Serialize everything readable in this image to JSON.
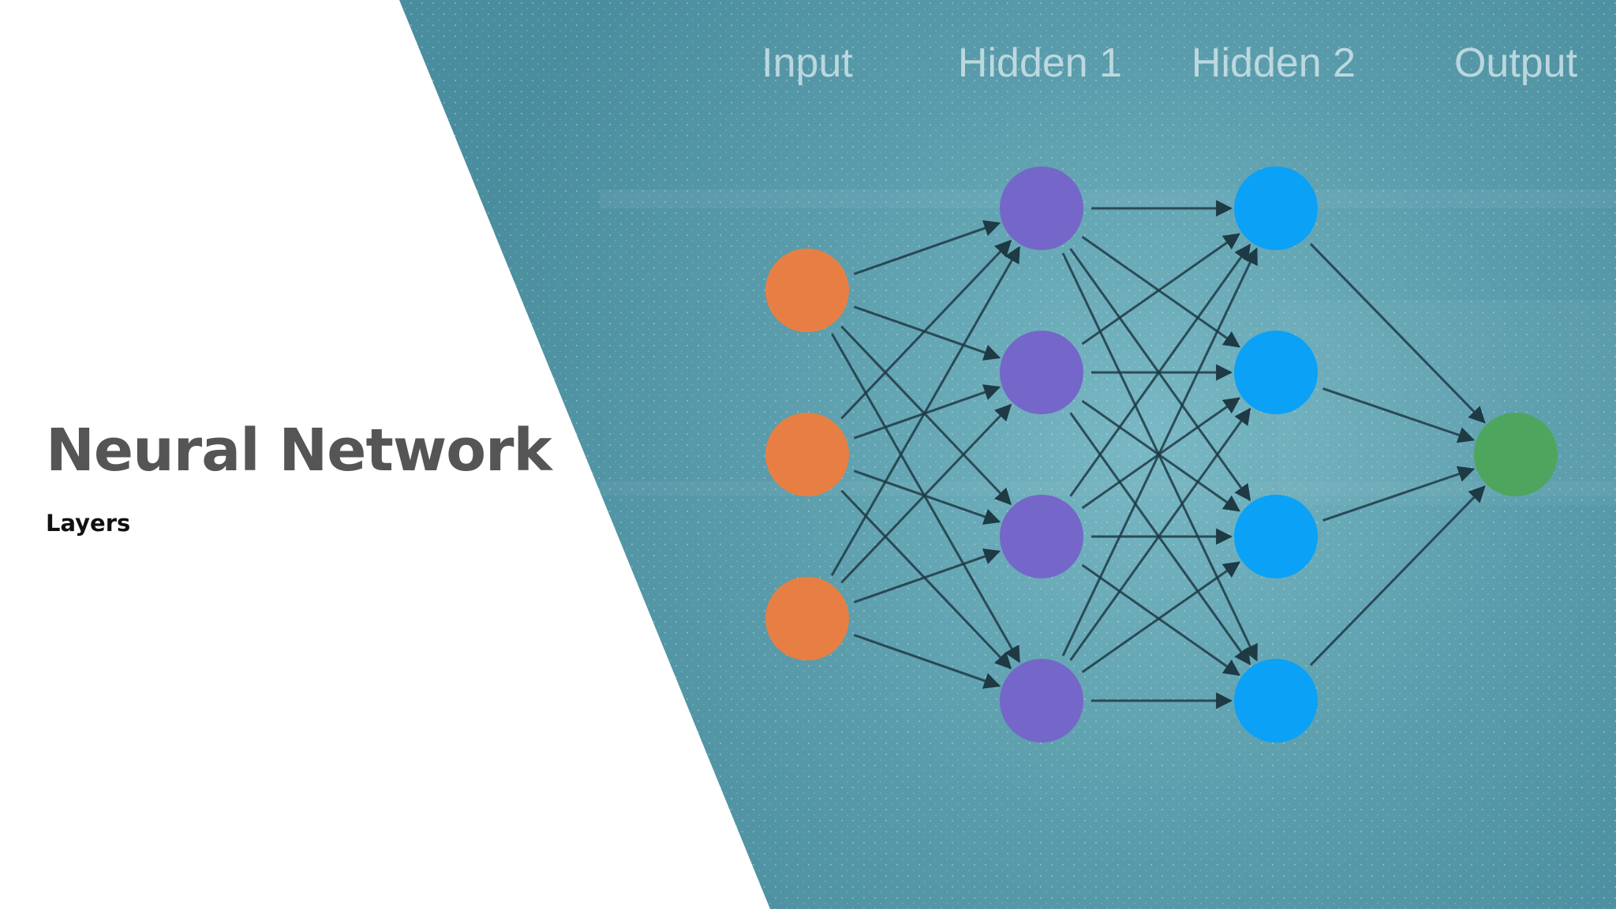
{
  "slide": {
    "title": "Neural Network",
    "subtitle": "Layers"
  },
  "layers": [
    {
      "label": "Input",
      "nodes": 3,
      "color": "#E77F44"
    },
    {
      "label": "Hidden 1",
      "nodes": 4,
      "color": "#7467C9"
    },
    {
      "label": "Hidden 2",
      "nodes": 4,
      "color": "#0AA1F7"
    },
    {
      "label": "Output",
      "nodes": 1,
      "color": "#4EA55E"
    }
  ],
  "colors": {
    "panel": "#4E93A3",
    "edge": "#1E3A44",
    "title": "#555555",
    "label": "#E2F0F4"
  }
}
